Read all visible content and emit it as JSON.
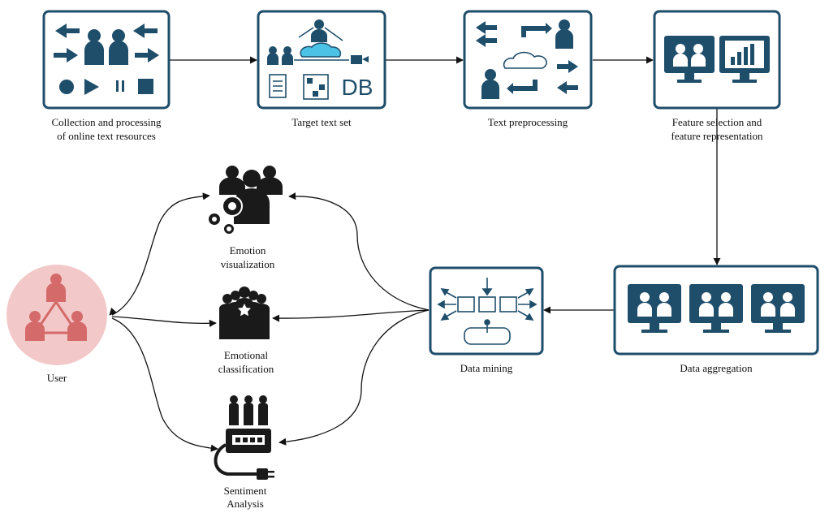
{
  "colors": {
    "box_border": "#1f4e6b",
    "icon": "#1f4e6b",
    "cloud": "#4cc3e6",
    "black_icon": "#1a1a1a",
    "user_circle": "#f3c8c8",
    "user_icon": "#d46a6a",
    "arrow": "#111111"
  },
  "nodes": {
    "collection": {
      "label_line1": "Collection and processing",
      "label_line2": "of online text resources",
      "icon": "arrows-users-media-icon"
    },
    "target": {
      "label_line1": "Target text set",
      "icon": "cloud-database-icon",
      "db_text": "DB"
    },
    "preprocessing": {
      "label_line1": "Text preprocessing",
      "icon": "cloud-exchange-icon"
    },
    "feature": {
      "label_line1": "Feature selection and",
      "label_line2": "feature representation",
      "icon": "monitors-icon"
    },
    "aggregation": {
      "label_line1": "Data aggregation",
      "icon": "three-monitors-icon"
    },
    "mining": {
      "label_line1": "Data mining",
      "icon": "flow-boxes-icon"
    },
    "emotion_vis": {
      "label_line1": "Emotion",
      "label_line2": "visualization",
      "icon": "people-gears-icon"
    },
    "emotion_cls": {
      "label_line1": "Emotional",
      "label_line2": "classification",
      "icon": "team-star-icon"
    },
    "sentiment": {
      "label_line1": "Sentiment",
      "label_line2": "Analysis",
      "icon": "people-meter-plug-icon"
    },
    "user": {
      "label_line1": "User",
      "icon": "user-network-icon"
    }
  }
}
